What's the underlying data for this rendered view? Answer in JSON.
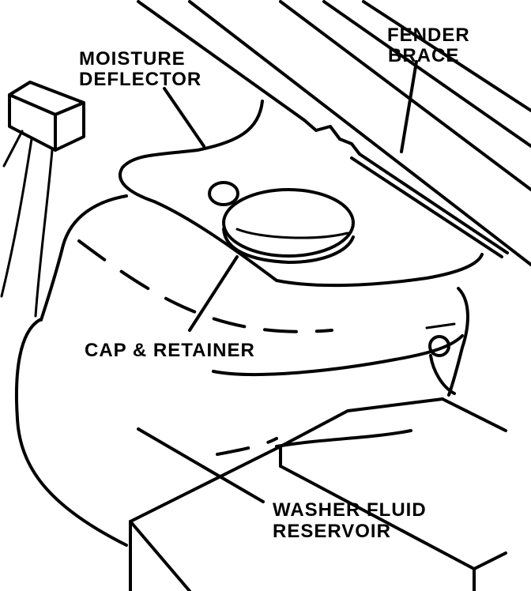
{
  "labels": {
    "fender_brace_1": "FENDER",
    "fender_brace_2": "BRACE",
    "moisture_deflector_1": "MOISTURE",
    "moisture_deflector_2": "DEFLECTOR",
    "cap_retainer": "CAP & RETAINER",
    "reservoir_1": "WASHER FLUID",
    "reservoir_2": "RESERVOIR"
  },
  "colors": {
    "ink": "#000000",
    "paper": "#ffffff"
  }
}
